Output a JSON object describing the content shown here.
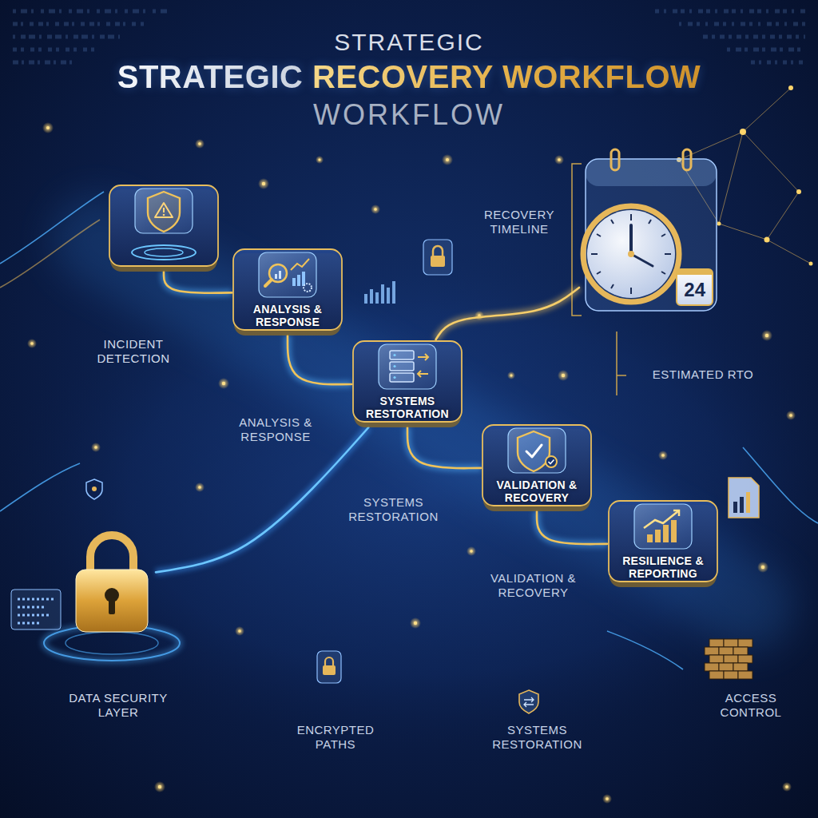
{
  "diagram": {
    "title": "STRATEGIC RECOVERY WORKFLOW",
    "nodes": [
      {
        "text": [
          "INCIDENT DETECTION"
        ]
      },
      {
        "text": [
          "ANALYSIS & RESPONSE"
        ]
      },
      {
        "text": [
          "SYSTEMS RESTORATION"
        ]
      },
      {
        "text": [
          "VALIDATION & RECOVERY"
        ]
      },
      {
        "text": [
          "RESILIENCE & REPORTING"
        ]
      },
      {
        "text": [
          "24"
        ]
      },
      {
        "text": [
          "DATA SECURITY LAYER"
        ]
      }
    ],
    "edges": [
      {
        "from": 0,
        "to": 1,
        "arrow": "none"
      },
      {
        "from": 1,
        "to": 2,
        "arrow": "none"
      },
      {
        "from": 2,
        "to": 3,
        "arrow": "none"
      },
      {
        "from": 3,
        "to": 4,
        "arrow": "none"
      },
      {
        "from": 2,
        "to": 5,
        "arrow": "none"
      },
      {
        "from": 6,
        "to": 2,
        "arrow": "none"
      }
    ],
    "labels": [
      "STRATEGIC",
      "WORKFLOW",
      "ANALYSIS & RESPONSE",
      "SYSTEMS RESTORATION",
      "VALIDATION & RECOVERY",
      "RECOVERY TIMELINE",
      "ESTIMATED RTO",
      "ENCRYPTED PATHS",
      "SYSTEMS RESTORATION",
      "ACCESS CONTROL"
    ]
  }
}
